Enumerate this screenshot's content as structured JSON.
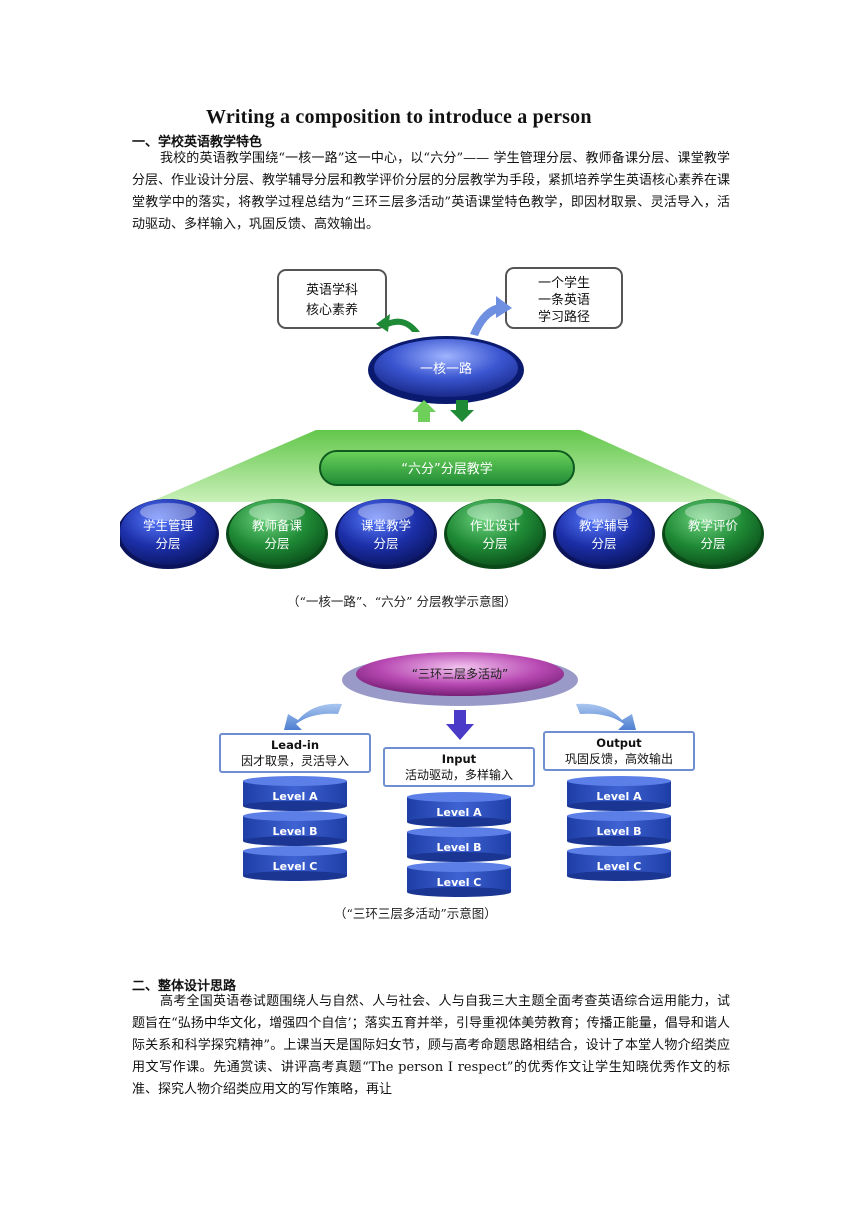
{
  "doc": {
    "title": "Writing a composition to introduce a person",
    "section1": {
      "heading": "一、学校英语教学特色",
      "paragraph": "我校的英语教学围绕“一核一路”这一中心，以“六分”—— 学生管理分层、教师备课分层、课堂教学分层、作业设计分层、教学辅导分层和教学评价分层的分层教学为手段，紧抓培养学生英语核心素养在课堂教学中的落实，将教学过程总结为“三环三层多活动”英语课堂特色教学，即因材取景、灵活导入，活动驱动、多样输入，巩固反馈、高效输出。"
    },
    "diagram1": {
      "left_box": [
        "英语学科",
        "核心素养"
      ],
      "right_box": [
        "一个学生",
        "一条英语",
        "学习路径"
      ],
      "core": "一核一路",
      "banner": "“六分”分层教学",
      "circles": [
        {
          "line1": "学生管理",
          "line2": "分层",
          "color": "#1c2fa8"
        },
        {
          "line1": "教师备课",
          "line2": "分层",
          "color": "#1f8a36"
        },
        {
          "line1": "课堂教学",
          "line2": "分层",
          "color": "#1c2fa8"
        },
        {
          "line1": "作业设计",
          "line2": "分层",
          "color": "#1f8a36"
        },
        {
          "line1": "教学辅导",
          "line2": "分层",
          "color": "#1c2fa8"
        },
        {
          "line1": "教学评价",
          "line2": "分层",
          "color": "#1f8a36"
        }
      ],
      "caption": "（“一核一路”、“六分”  分层教学示意图）"
    },
    "diagram2": {
      "top": "“三环三层多活动”",
      "boxes": [
        {
          "en": "Lead-in",
          "cn": "因才取景，灵活导入"
        },
        {
          "en": "Input",
          "cn": "活动驱动，多样输入"
        },
        {
          "en": "Output",
          "cn": "巩固反馈，高效输出"
        }
      ],
      "levels": [
        "Level A",
        "Level B",
        "Level C"
      ],
      "caption": "（“三环三层多活动”示意图）"
    },
    "section2": {
      "heading": "二、整体设计思路",
      "paragraph": "高考全国英语卷试题围绕人与自然、人与社会、人与自我三大主题全面考查英语综合运用能力，试题旨在“弘扬中华文化，增强四个自信’；落实五育并举，引导重视体美劳教育；传播正能量，倡导和谐人际关系和科学探究精神”。上课当天是国际妇女节，顾与高考命题思路相结合，设计了本堂人物介绍类应用文写作课。先通赏读、讲评高考真题“The person I respect”的优秀作文让学生知晓优秀作文的标准、探究人物介绍类应用文的写作策略，再让"
    },
    "colors": {
      "blue": "#1c2fa8",
      "green": "#1f8a36",
      "purple": "#8a1f86",
      "cylinder": "#1e3ea6"
    }
  }
}
